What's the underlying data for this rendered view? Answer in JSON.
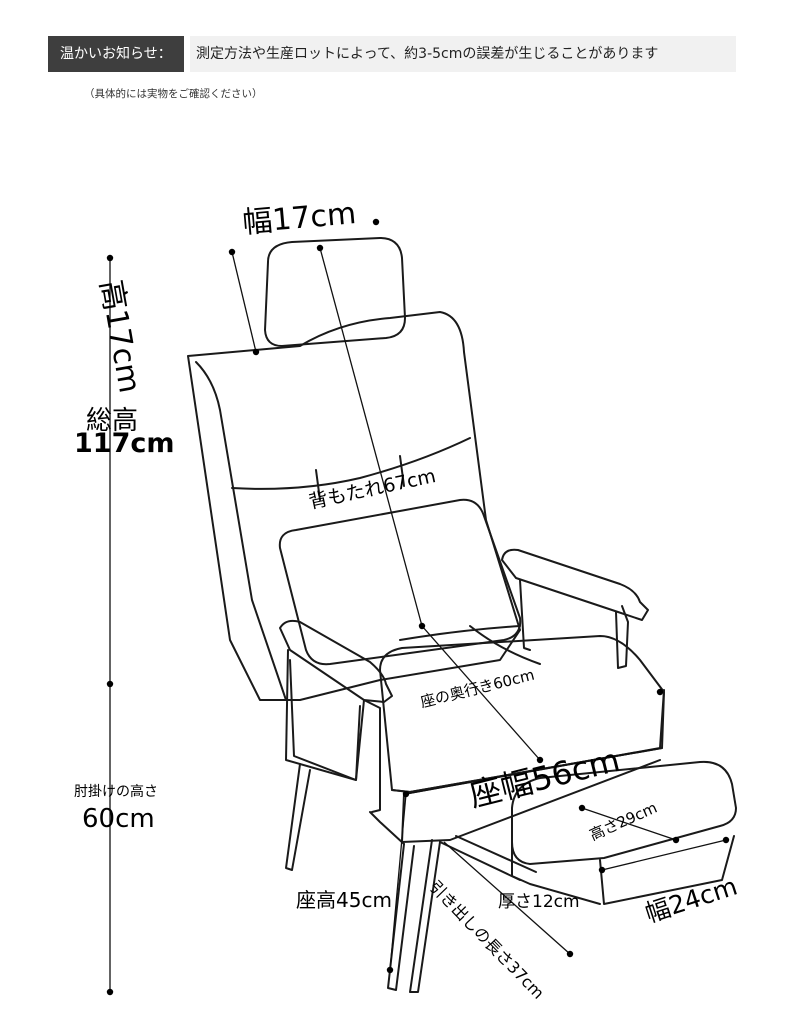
{
  "notice": {
    "badge": "温かいお知らせ：",
    "text": "測定方法や生産ロットによって、約3-5cmの誤差が生じることがあります",
    "sub": "（具体的には実物をご確認ください）"
  },
  "labels": {
    "headrest_width": "幅17cm",
    "headrest_height": "高17cm",
    "total_height_title": "総高",
    "total_height_value": "117cm",
    "backrest": "背もたれ67cm",
    "seat_depth": "座の奥行き60cm",
    "seat_width": "座幅56cm",
    "armrest_height_title": "肘掛けの高さ",
    "armrest_height_value": "60cm",
    "seat_height": "座高45cm",
    "thickness": "厚さ12cm",
    "footrest_height": "高さ29cm",
    "footrest_width": "幅24cm",
    "drawer_length": "引き出しの長さ37cm"
  }
}
